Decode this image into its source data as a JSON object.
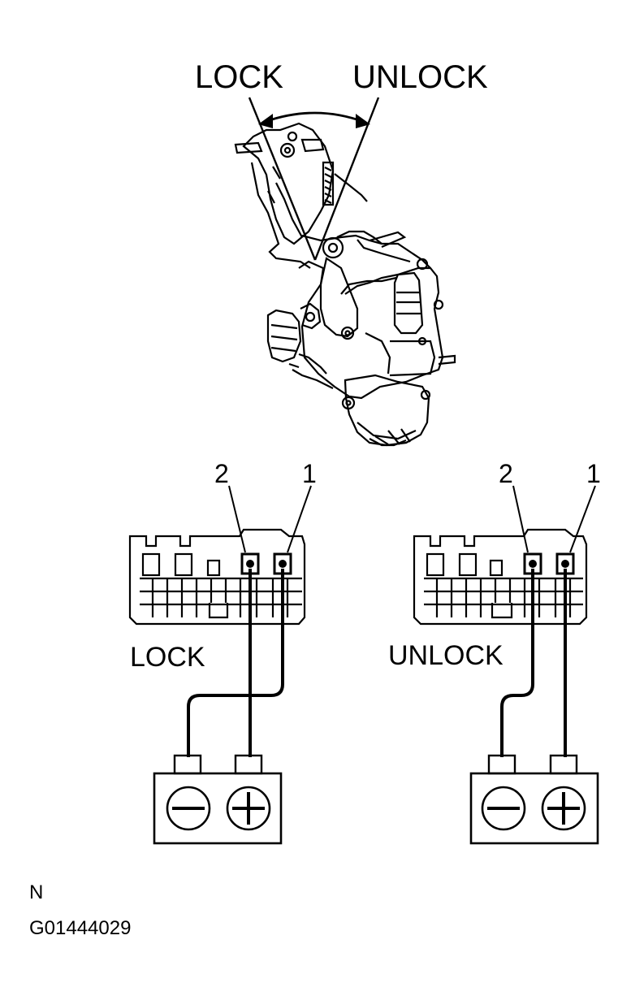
{
  "actuator": {
    "lock_label": "LOCK",
    "unlock_label": "UNLOCK"
  },
  "lock_test": {
    "label": "LOCK",
    "pin_2": "2",
    "pin_1": "1"
  },
  "unlock_test": {
    "label": "UNLOCK",
    "pin_2": "2",
    "pin_1": "1"
  },
  "footer": {
    "view_letter": "N",
    "figure_id": "G01444029"
  },
  "colors": {
    "ink": "#000000",
    "paper": "#ffffff"
  },
  "icons": [
    "minus-terminal-icon",
    "plus-terminal-icon",
    "double-arrow-icon"
  ]
}
